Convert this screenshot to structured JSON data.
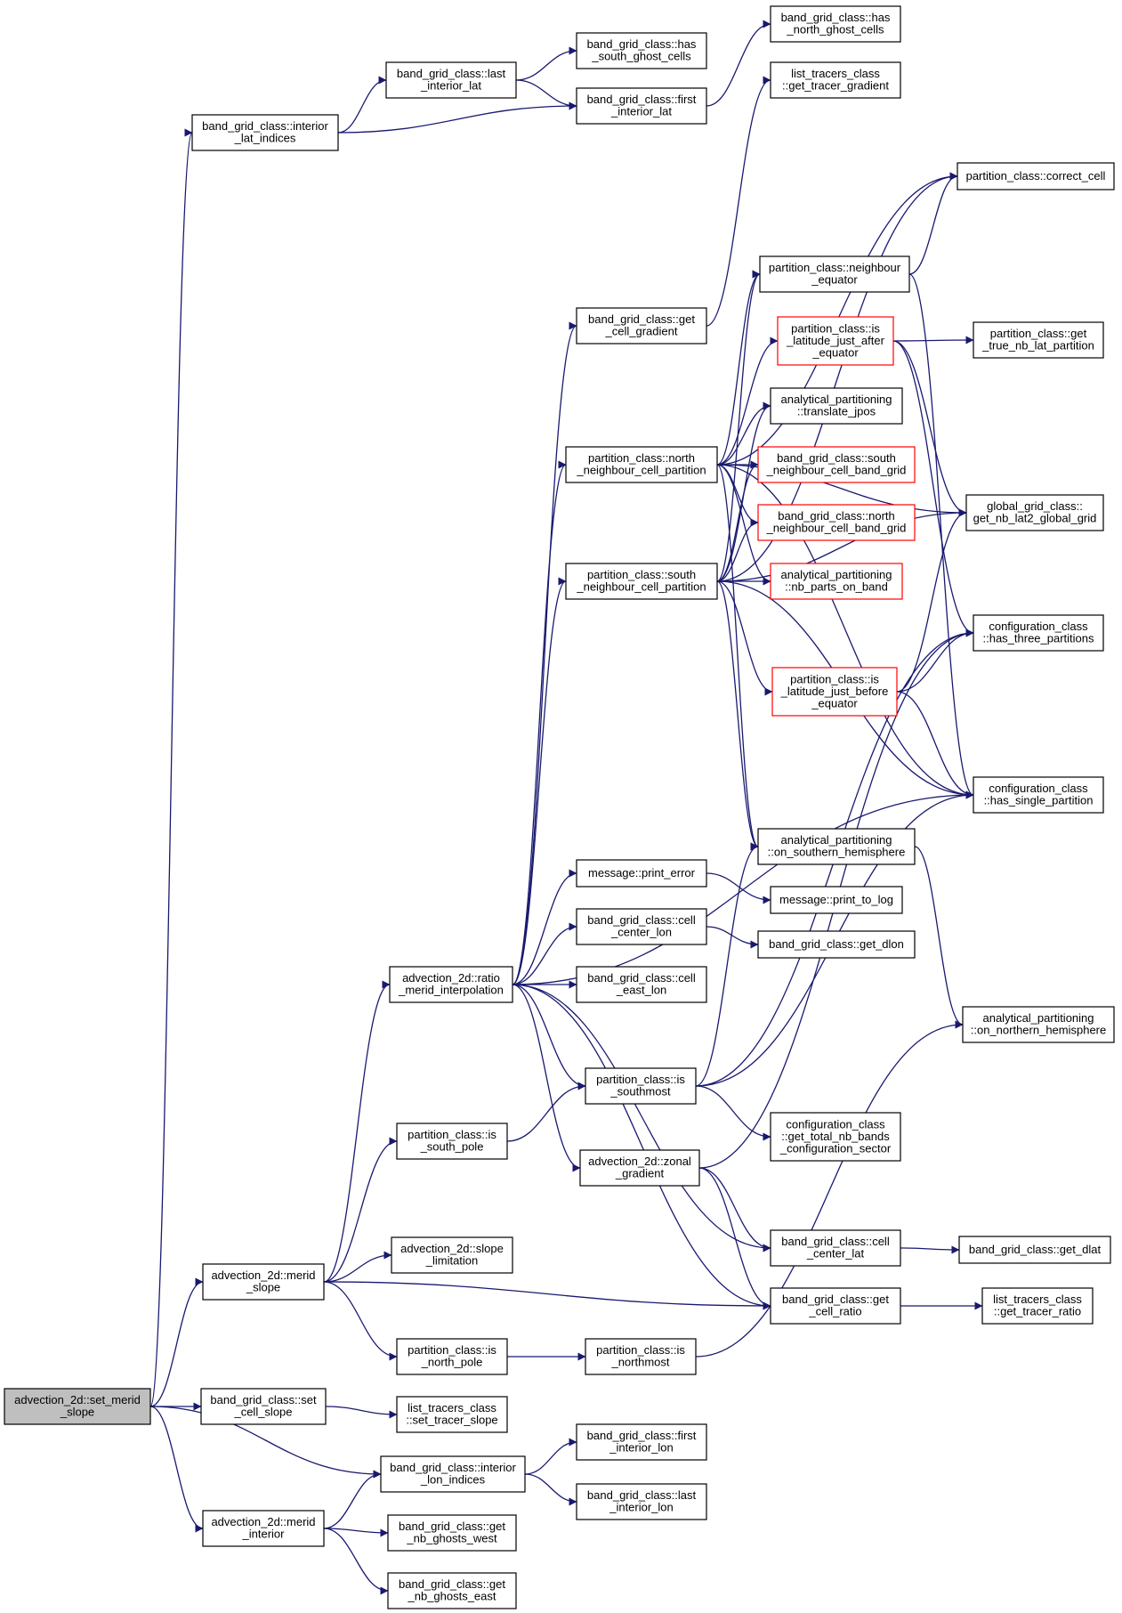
{
  "nodes": [
    {
      "id": "set_merid_slope",
      "lines": [
        "advection_2d::set_merid",
        "_slope"
      ],
      "style": "root"
    },
    {
      "id": "interior_lat_indices",
      "lines": [
        "band_grid_class::interior",
        "_lat_indices"
      ]
    },
    {
      "id": "last_interior_lat",
      "lines": [
        "band_grid_class::last",
        "_interior_lat"
      ]
    },
    {
      "id": "has_south_ghost_cells",
      "lines": [
        "band_grid_class::has",
        "_south_ghost_cells"
      ]
    },
    {
      "id": "first_interior_lat",
      "lines": [
        "band_grid_class::first",
        "_interior_lat"
      ]
    },
    {
      "id": "has_north_ghost_cells",
      "lines": [
        "band_grid_class::has",
        "_north_ghost_cells"
      ]
    },
    {
      "id": "get_tracer_gradient",
      "lines": [
        "list_tracers_class",
        "::get_tracer_gradient"
      ]
    },
    {
      "id": "correct_cell",
      "lines": [
        "partition_class::correct_cell"
      ]
    },
    {
      "id": "neighbour_equator",
      "lines": [
        "partition_class::neighbour",
        "_equator"
      ]
    },
    {
      "id": "get_cell_gradient",
      "lines": [
        "band_grid_class::get",
        "_cell_gradient"
      ]
    },
    {
      "id": "is_latitude_just_after_equator",
      "lines": [
        "partition_class::is",
        "_latitude_just_after",
        "_equator"
      ],
      "style": "red"
    },
    {
      "id": "get_true_nb_lat_partition",
      "lines": [
        "partition_class::get",
        "_true_nb_lat_partition"
      ]
    },
    {
      "id": "translate_jpos",
      "lines": [
        "analytical_partitioning",
        "::translate_jpos"
      ]
    },
    {
      "id": "north_neighbour_cell_partition",
      "lines": [
        "partition_class::north",
        "_neighbour_cell_partition"
      ]
    },
    {
      "id": "south_neighbour_cell_band_grid",
      "lines": [
        "band_grid_class::south",
        "_neighbour_cell_band_grid"
      ],
      "style": "red"
    },
    {
      "id": "north_neighbour_cell_band_grid",
      "lines": [
        "band_grid_class::north",
        "_neighbour_cell_band_grid"
      ],
      "style": "red"
    },
    {
      "id": "get_nb_lat2_global_grid",
      "lines": [
        "global_grid_class::",
        "get_nb_lat2_global_grid"
      ]
    },
    {
      "id": "south_neighbour_cell_partition",
      "lines": [
        "partition_class::south",
        "_neighbour_cell_partition"
      ]
    },
    {
      "id": "nb_parts_on_band",
      "lines": [
        "analytical_partitioning",
        "::nb_parts_on_band"
      ],
      "style": "red"
    },
    {
      "id": "has_three_partitions",
      "lines": [
        "configuration_class",
        "::has_three_partitions"
      ]
    },
    {
      "id": "is_latitude_just_before_equator",
      "lines": [
        "partition_class::is",
        "_latitude_just_before",
        "_equator"
      ],
      "style": "red"
    },
    {
      "id": "has_single_partition",
      "lines": [
        "configuration_class",
        "::has_single_partition"
      ]
    },
    {
      "id": "on_southern_hemisphere",
      "lines": [
        "analytical_partitioning",
        "::on_southern_hemisphere"
      ]
    },
    {
      "id": "print_error",
      "lines": [
        "message::print_error"
      ]
    },
    {
      "id": "print_to_log",
      "lines": [
        "message::print_to_log"
      ]
    },
    {
      "id": "cell_center_lon",
      "lines": [
        "band_grid_class::cell",
        "_center_lon"
      ]
    },
    {
      "id": "get_dlon",
      "lines": [
        "band_grid_class::get_dlon"
      ]
    },
    {
      "id": "ratio_merid_interpolation",
      "lines": [
        "advection_2d::ratio",
        "_merid_interpolation"
      ]
    },
    {
      "id": "cell_east_lon",
      "lines": [
        "band_grid_class::cell",
        "_east_lon"
      ]
    },
    {
      "id": "on_northern_hemisphere",
      "lines": [
        "analytical_partitioning",
        "::on_northern_hemisphere"
      ]
    },
    {
      "id": "is_southmost",
      "lines": [
        "partition_class::is",
        "_southmost"
      ]
    },
    {
      "id": "is_south_pole",
      "lines": [
        "partition_class::is",
        "_south_pole"
      ]
    },
    {
      "id": "get_total_nb_bands_configuration_sector",
      "lines": [
        "configuration_class",
        "::get_total_nb_bands",
        "_configuration_sector"
      ]
    },
    {
      "id": "zonal_gradient",
      "lines": [
        "advection_2d::zonal",
        "_gradient"
      ]
    },
    {
      "id": "slope_limitation",
      "lines": [
        "advection_2d::slope",
        "_limitation"
      ]
    },
    {
      "id": "cell_center_lat",
      "lines": [
        "band_grid_class::cell",
        "_center_lat"
      ]
    },
    {
      "id": "get_dlat",
      "lines": [
        "band_grid_class::get_dlat"
      ]
    },
    {
      "id": "merid_slope",
      "lines": [
        "advection_2d::merid",
        "_slope"
      ]
    },
    {
      "id": "get_cell_ratio",
      "lines": [
        "band_grid_class::get",
        "_cell_ratio"
      ]
    },
    {
      "id": "get_tracer_ratio",
      "lines": [
        "list_tracers_class",
        "::get_tracer_ratio"
      ]
    },
    {
      "id": "is_north_pole",
      "lines": [
        "partition_class::is",
        "_north_pole"
      ]
    },
    {
      "id": "is_northmost",
      "lines": [
        "partition_class::is",
        "_northmost"
      ]
    },
    {
      "id": "set_cell_slope",
      "lines": [
        "band_grid_class::set",
        "_cell_slope"
      ]
    },
    {
      "id": "set_tracer_slope",
      "lines": [
        "list_tracers_class",
        "::set_tracer_slope"
      ]
    },
    {
      "id": "first_interior_lon",
      "lines": [
        "band_grid_class::first",
        "_interior_lon"
      ]
    },
    {
      "id": "interior_lon_indices",
      "lines": [
        "band_grid_class::interior",
        "_lon_indices"
      ]
    },
    {
      "id": "last_interior_lon",
      "lines": [
        "band_grid_class::last",
        "_interior_lon"
      ]
    },
    {
      "id": "merid_interior",
      "lines": [
        "advection_2d::merid",
        "_interior"
      ]
    },
    {
      "id": "get_nb_ghosts_west",
      "lines": [
        "band_grid_class::get",
        "_nb_ghosts_west"
      ]
    },
    {
      "id": "get_nb_ghosts_east",
      "lines": [
        "band_grid_class::get",
        "_nb_ghosts_east"
      ]
    }
  ],
  "edges": [
    [
      "set_merid_slope",
      "interior_lat_indices"
    ],
    [
      "set_merid_slope",
      "merid_slope"
    ],
    [
      "set_merid_slope",
      "set_cell_slope"
    ],
    [
      "set_merid_slope",
      "interior_lon_indices"
    ],
    [
      "set_merid_slope",
      "merid_interior"
    ],
    [
      "interior_lat_indices",
      "last_interior_lat"
    ],
    [
      "interior_lat_indices",
      "first_interior_lat"
    ],
    [
      "last_interior_lat",
      "has_south_ghost_cells"
    ],
    [
      "last_interior_lat",
      "first_interior_lat"
    ],
    [
      "first_interior_lat",
      "has_north_ghost_cells"
    ],
    [
      "get_cell_gradient",
      "get_tracer_gradient"
    ],
    [
      "north_neighbour_cell_partition",
      "correct_cell"
    ],
    [
      "north_neighbour_cell_partition",
      "neighbour_equator"
    ],
    [
      "north_neighbour_cell_partition",
      "is_latitude_just_after_equator"
    ],
    [
      "north_neighbour_cell_partition",
      "translate_jpos"
    ],
    [
      "north_neighbour_cell_partition",
      "south_neighbour_cell_band_grid"
    ],
    [
      "north_neighbour_cell_partition",
      "north_neighbour_cell_band_grid"
    ],
    [
      "north_neighbour_cell_partition",
      "nb_parts_on_band"
    ],
    [
      "north_neighbour_cell_partition",
      "get_nb_lat2_global_grid"
    ],
    [
      "north_neighbour_cell_partition",
      "has_single_partition"
    ],
    [
      "north_neighbour_cell_partition",
      "on_southern_hemisphere"
    ],
    [
      "south_neighbour_cell_partition",
      "correct_cell"
    ],
    [
      "south_neighbour_cell_partition",
      "neighbour_equator"
    ],
    [
      "south_neighbour_cell_partition",
      "translate_jpos"
    ],
    [
      "south_neighbour_cell_partition",
      "south_neighbour_cell_band_grid"
    ],
    [
      "south_neighbour_cell_partition",
      "north_neighbour_cell_band_grid"
    ],
    [
      "south_neighbour_cell_partition",
      "nb_parts_on_band"
    ],
    [
      "south_neighbour_cell_partition",
      "get_nb_lat2_global_grid"
    ],
    [
      "south_neighbour_cell_partition",
      "is_latitude_just_before_equator"
    ],
    [
      "south_neighbour_cell_partition",
      "has_single_partition"
    ],
    [
      "south_neighbour_cell_partition",
      "on_southern_hemisphere"
    ],
    [
      "neighbour_equator",
      "correct_cell"
    ],
    [
      "neighbour_equator",
      "has_single_partition"
    ],
    [
      "is_latitude_just_after_equator",
      "get_true_nb_lat_partition"
    ],
    [
      "is_latitude_just_after_equator",
      "get_nb_lat2_global_grid"
    ],
    [
      "is_latitude_just_after_equator",
      "has_three_partitions"
    ],
    [
      "is_latitude_just_before_equator",
      "get_nb_lat2_global_grid"
    ],
    [
      "is_latitude_just_before_equator",
      "has_three_partitions"
    ],
    [
      "is_latitude_just_before_equator",
      "has_single_partition"
    ],
    [
      "on_southern_hemisphere",
      "on_northern_hemisphere"
    ],
    [
      "print_error",
      "print_to_log"
    ],
    [
      "cell_center_lon",
      "get_dlon"
    ],
    [
      "ratio_merid_interpolation",
      "get_cell_gradient"
    ],
    [
      "ratio_merid_interpolation",
      "north_neighbour_cell_partition"
    ],
    [
      "ratio_merid_interpolation",
      "south_neighbour_cell_partition"
    ],
    [
      "ratio_merid_interpolation",
      "print_error"
    ],
    [
      "ratio_merid_interpolation",
      "cell_center_lon"
    ],
    [
      "ratio_merid_interpolation",
      "cell_east_lon"
    ],
    [
      "ratio_merid_interpolation",
      "has_single_partition"
    ],
    [
      "ratio_merid_interpolation",
      "is_southmost"
    ],
    [
      "ratio_merid_interpolation",
      "zonal_gradient"
    ],
    [
      "ratio_merid_interpolation",
      "cell_center_lat"
    ],
    [
      "ratio_merid_interpolation",
      "get_cell_ratio"
    ],
    [
      "is_southmost",
      "on_southern_hemisphere"
    ],
    [
      "is_southmost",
      "has_three_partitions"
    ],
    [
      "is_southmost",
      "has_single_partition"
    ],
    [
      "is_southmost",
      "get_total_nb_bands_configuration_sector"
    ],
    [
      "is_south_pole",
      "is_southmost"
    ],
    [
      "zonal_gradient",
      "has_three_partitions"
    ],
    [
      "zonal_gradient",
      "cell_center_lat"
    ],
    [
      "zonal_gradient",
      "get_cell_ratio"
    ],
    [
      "cell_center_lat",
      "get_dlat"
    ],
    [
      "merid_slope",
      "ratio_merid_interpolation"
    ],
    [
      "merid_slope",
      "is_south_pole"
    ],
    [
      "merid_slope",
      "slope_limitation"
    ],
    [
      "merid_slope",
      "get_cell_ratio"
    ],
    [
      "merid_slope",
      "is_north_pole"
    ],
    [
      "get_cell_ratio",
      "get_tracer_ratio"
    ],
    [
      "is_north_pole",
      "is_northmost"
    ],
    [
      "is_northmost",
      "on_northern_hemisphere"
    ],
    [
      "set_cell_slope",
      "set_tracer_slope"
    ],
    [
      "interior_lon_indices",
      "first_interior_lon"
    ],
    [
      "interior_lon_indices",
      "last_interior_lon"
    ],
    [
      "merid_interior",
      "interior_lon_indices"
    ],
    [
      "merid_interior",
      "get_nb_ghosts_west"
    ],
    [
      "merid_interior",
      "get_nb_ghosts_east"
    ]
  ]
}
